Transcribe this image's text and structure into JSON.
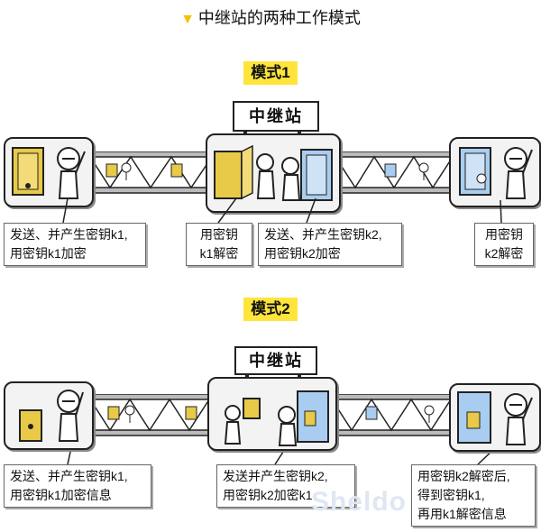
{
  "title": "中继站的两种工作模式",
  "colors": {
    "gold": "#e8c948",
    "blue": "#a9cdf0",
    "accent": "#ffe53b"
  },
  "mode1": {
    "label": "模式1",
    "relay_sign": "中继站",
    "captions": {
      "left": [
        "发送、并产生密钥k1,",
        "用密钥k1加密"
      ],
      "relay_a": [
        "用密钥",
        "k1解密"
      ],
      "relay_b": [
        "发送、并产生密钥k2,",
        "用密钥k2加密"
      ],
      "right": [
        "用密钥",
        "k2解密"
      ]
    }
  },
  "mode2": {
    "label": "模式2",
    "relay_sign": "中继站",
    "captions": {
      "left": [
        "发送、并产生密钥k1,",
        "用密钥k1加密信息"
      ],
      "relay": [
        "发送并产生密钥k2,",
        "用密钥k2加密k1"
      ],
      "right": [
        "用密钥k2解密后,",
        "得到密钥k1,",
        "再用k1解密信息"
      ]
    }
  },
  "watermark": "Sheldo"
}
